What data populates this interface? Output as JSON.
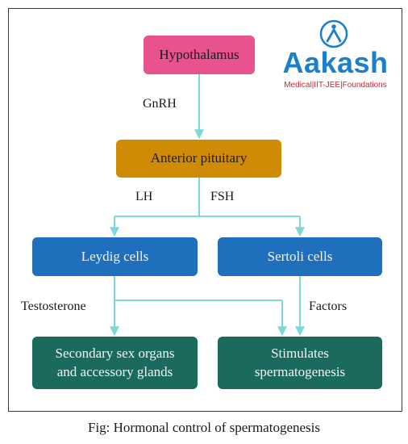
{
  "nodes": {
    "hypothalamus": "Hypothalamus",
    "anterior_pituitary": "Anterior pituitary",
    "leydig_cells": "Leydig cells",
    "sertoli_cells": "Sertoli cells",
    "secondary_sex_organs": [
      "Secondary sex organs",
      "and accessory glands"
    ],
    "stimulates_spermatogenesis": [
      "Stimulates",
      "spermatogenesis"
    ]
  },
  "edge_labels": {
    "gnrh": "GnRH",
    "lh": "LH",
    "fsh": "FSH",
    "testosterone": "Testosterone",
    "factors": "Factors"
  },
  "logo": {
    "wordmark": "Aakash",
    "tagline": "Medical|IIT-JEE|Foundations"
  },
  "caption": "Fig: Hormonal control of spermatogenesis",
  "colors": {
    "hypothalamus": "#e8538f",
    "anterior_pituitary": "#d08b06",
    "cells": "#1f6fbd",
    "outcomes": "#1a6b5d",
    "arrows": "#7fd8d8",
    "logo_blue": "#1b7fcc",
    "logo_red": "#d8232a"
  }
}
